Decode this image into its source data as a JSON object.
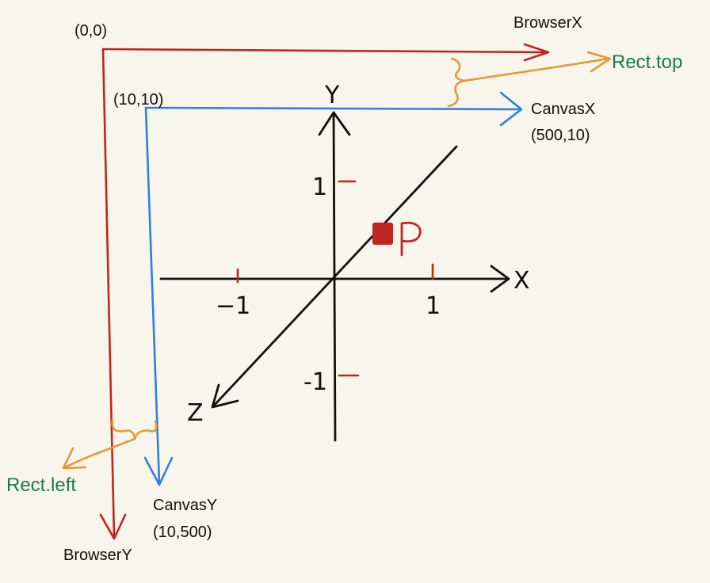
{
  "diagram": {
    "browser_origin": "(0,0)",
    "browser_x": "BrowserX",
    "browser_y": "BrowserY",
    "canvas_origin": "(10,10)",
    "canvas_x": "CanvasX",
    "canvas_x_coord": "(500,10)",
    "canvas_y": "CanvasY",
    "canvas_y_coord": "(10,500)",
    "rect_top": "Rect.top",
    "rect_left": "Rect.left",
    "axis_x": "X",
    "axis_y": "Y",
    "axis_z": "Z",
    "tick_x_pos": "1",
    "tick_x_neg": "−1",
    "tick_y_pos": "1",
    "tick_y_neg": "-1",
    "point_label": "P"
  },
  "colors": {
    "background": "#f8f5ec",
    "browser_axes": "#c0261f",
    "canvas_axes": "#2f7fe6",
    "rect_annotation": "#e59a33",
    "rect_text": "#1c7a4a",
    "webgl_axes": "#111111",
    "ticks_and_point": "#c0261f"
  }
}
